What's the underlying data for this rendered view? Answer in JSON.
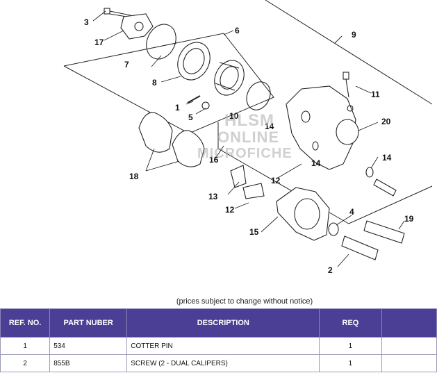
{
  "diagram": {
    "callouts": {
      "c1": "1",
      "c2": "2",
      "c3": "3",
      "c4": "4",
      "c5": "5",
      "c6": "6",
      "c7": "7",
      "c8": "8",
      "c9": "9",
      "c10": "10",
      "c11": "11",
      "c12a": "12",
      "c12b": "12",
      "c13": "13",
      "c14a": "14",
      "c14b": "14",
      "c14c": "14",
      "c15": "15",
      "c16": "16",
      "c17": "17",
      "c18": "18",
      "c19": "19",
      "c20": "20"
    },
    "watermark": {
      "line1": "HLSM",
      "line2": "ONLINE",
      "line3": "MICROFICHE"
    }
  },
  "notice": "(prices subject to change without notice)",
  "table": {
    "headers": {
      "ref": "REF. NO.",
      "part": "PART NUBER",
      "desc": "DESCRIPTION",
      "req": "REQ"
    },
    "rows": [
      {
        "ref": "1",
        "part": "534",
        "desc": "COTTER PIN",
        "req": "1"
      },
      {
        "ref": "2",
        "part": "855B",
        "desc": "SCREW (2 - DUAL CALIPERS)",
        "req": "1"
      }
    ]
  },
  "colors": {
    "header_bg": "#4b3f95",
    "header_text": "#ffffff"
  }
}
